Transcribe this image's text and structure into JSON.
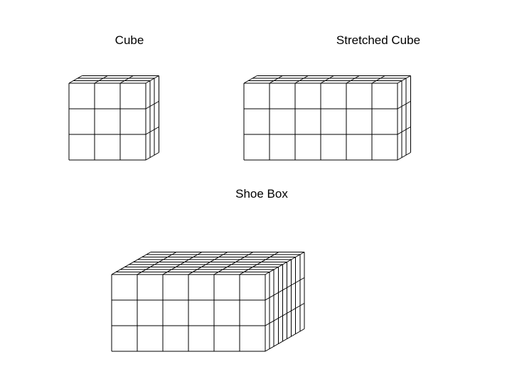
{
  "colors": {
    "background": "#ffffff",
    "line": "#000000"
  },
  "boxes": [
    {
      "id": "cube",
      "label": "Cube",
      "dimensions": {
        "width": 3,
        "height": 3,
        "depth": 3
      }
    },
    {
      "id": "stretched-cube",
      "label": "Stretched Cube",
      "dimensions": {
        "width": 6,
        "height": 3,
        "depth": 3
      }
    },
    {
      "id": "shoe-box",
      "label": "Shoe Box",
      "dimensions": {
        "width": 6,
        "height": 3,
        "depth": 9
      }
    }
  ]
}
